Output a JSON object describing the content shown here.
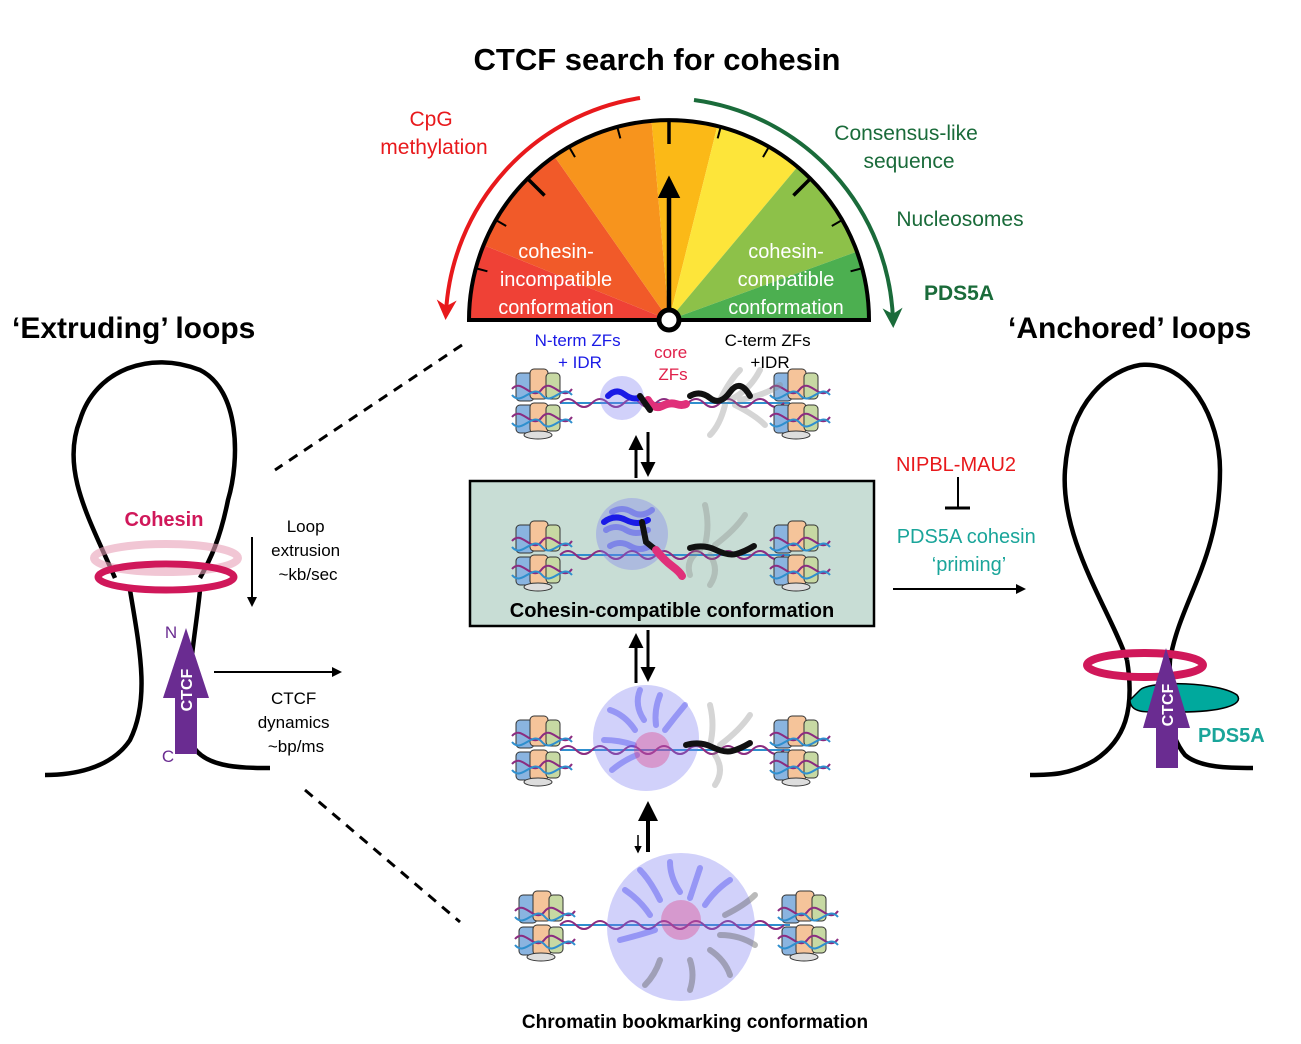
{
  "title": "CTCF search for cohesin",
  "colors": {
    "red": "#e8191c",
    "dark_green": "#1a6b3a",
    "teal": "#1aa59a",
    "magenta": "#d0185a",
    "purple": "#6a2c91",
    "blue_text": "#1a1ae6",
    "core_red": "#e0204a",
    "box_fill": "#c8ddd5"
  },
  "gauge": {
    "left_label": "cohesin-\nincompatible\nconformation",
    "left_label_lines": [
      "cohesin-",
      "incompatible",
      "conformation"
    ],
    "right_label_lines": [
      "cohesin-",
      "compatible",
      "conformation"
    ],
    "needle_position": 0.5,
    "segment_colors": [
      "#ef4136",
      "#f15a29",
      "#f7941d",
      "#fbb917",
      "#fde53a",
      "#8dc149",
      "#4caf50"
    ]
  },
  "left_factors": {
    "lines": [
      "CpG",
      "methylation"
    ]
  },
  "right_factors": [
    {
      "lines": [
        "Consensus-like",
        "sequence"
      ]
    },
    {
      "lines": [
        "Nucleosomes"
      ]
    },
    {
      "lines": [
        "PDS5A"
      ],
      "bold": true
    }
  ],
  "domain_labels": {
    "nterm": [
      "N-term ZFs",
      "+ IDR"
    ],
    "core": [
      "core",
      "ZFs"
    ],
    "cterm": [
      "C-term ZFs",
      "+IDR"
    ]
  },
  "left_panel": {
    "title": "‘Extruding’ loops",
    "cohesin": "Cohesin",
    "loop_extrusion": [
      "Loop",
      "extrusion",
      "~kb/sec"
    ],
    "ctcf_dynamics": [
      "CTCF",
      "dynamics",
      "~bp/ms"
    ],
    "ctcf": "CTCF",
    "n_label": "N",
    "c_label": "C"
  },
  "right_panel": {
    "title": "‘Anchored’ loops",
    "nipbl": "NIPBL-MAU2",
    "priming": [
      "PDS5A cohesin",
      "‘priming’"
    ],
    "ctcf": "CTCF",
    "pds5a": "PDS5A"
  },
  "center": {
    "box_label": "Cohesin-compatible conformation",
    "bottom_label": "Chromatin bookmarking conformation"
  }
}
